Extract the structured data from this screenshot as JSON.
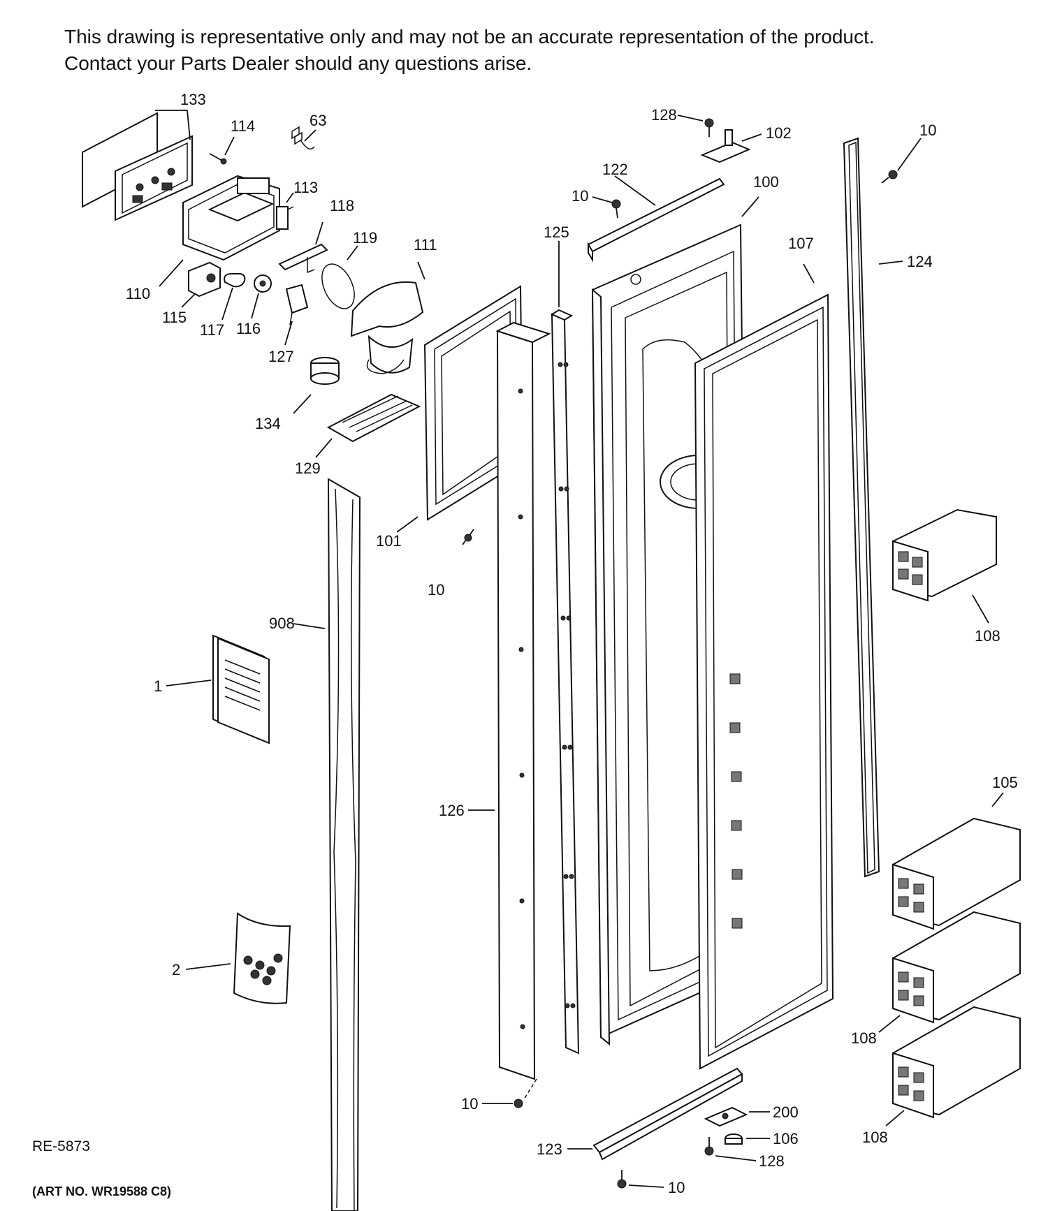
{
  "disclaimer": {
    "line1": "This drawing is representative only and may not be an accurate representation of the product.",
    "line2": "Contact your Parts Dealer should any questions arise."
  },
  "diagram_code": "RE-5873",
  "art_number": "(ART NO. WR19588 C8)",
  "callouts": {
    "c133": "133",
    "c114": "114",
    "c63": "63",
    "c113": "113",
    "c118": "118",
    "c119": "119",
    "c111": "111",
    "c110": "110",
    "c115": "115",
    "c117": "117",
    "c116": "116",
    "c127": "127",
    "c134": "134",
    "c129": "129",
    "c101": "101",
    "c10_left": "10",
    "c908": "908",
    "c1": "1",
    "c2": "2",
    "c126": "126",
    "c125": "125",
    "c122": "122",
    "c10_top": "10",
    "c128_top": "128",
    "c102": "102",
    "c100": "100",
    "c107": "107",
    "c10_right": "10",
    "c124": "124",
    "c108_top": "108",
    "c105": "105",
    "c108_mid": "108",
    "c108_bot": "108",
    "c10_bottom_left": "10",
    "c200": "200",
    "c106": "106",
    "c128_bottom": "128",
    "c123": "123",
    "c10_bottom": "10"
  }
}
